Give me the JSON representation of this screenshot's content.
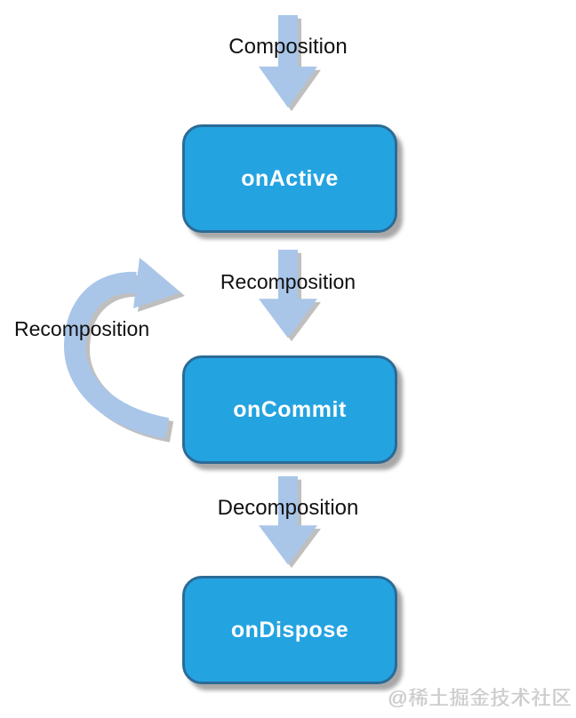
{
  "diagram": {
    "type": "flowchart",
    "nodes": [
      {
        "id": "onActive",
        "label": "onActive"
      },
      {
        "id": "onCommit",
        "label": "onCommit"
      },
      {
        "id": "onDispose",
        "label": "onDispose"
      }
    ],
    "edges": [
      {
        "id": "composition",
        "label": "Composition",
        "shape": "down-arrow",
        "to": "onActive"
      },
      {
        "id": "recomposition",
        "label": "Recomposition",
        "shape": "down-arrow",
        "from": "onActive",
        "to": "onCommit"
      },
      {
        "id": "recomposition-loop",
        "label": "Recomposition",
        "shape": "curved-loop-arrow",
        "from": "onCommit"
      },
      {
        "id": "decomposition",
        "label": "Decomposition",
        "shape": "down-arrow",
        "from": "onCommit",
        "to": "onDispose"
      }
    ],
    "watermark": "@稀土掘金技术社区",
    "colors": {
      "node_fill": "#24A3E1",
      "node_border": "#2B6B96",
      "node_text": "#FFFFFF",
      "arrow_fill": "#A9C6E9",
      "arrow_shadow": "#B4B4B4",
      "label_text": "#111111",
      "watermark": "#CBCBCB",
      "background": "#FFFFFF"
    }
  }
}
